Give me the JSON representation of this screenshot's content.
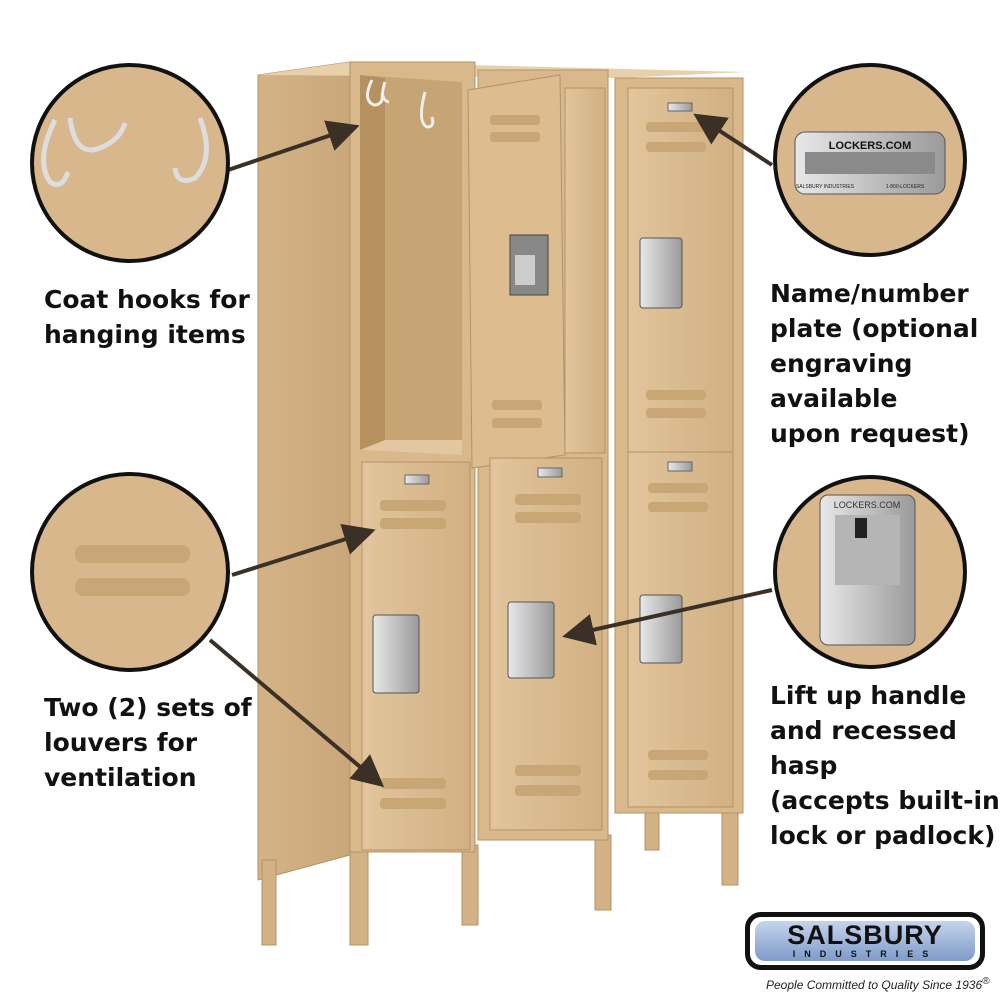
{
  "captions": {
    "coat_hooks": "Coat hooks for\nhanging items",
    "name_plate": "Name/number\nplate (optional\nengraving available\nupon request)",
    "louvers": "Two (2) sets of\nlouvers for\nventilation",
    "handle": "Lift up handle\nand recessed hasp\n(accepts built-in\nlock or padlock)"
  },
  "name_plate": {
    "title": "LOCKERS.COM",
    "left_text": "SALSBURY INDUSTRIES",
    "right_text": "1-800-LOCKERS"
  },
  "handle_plate_text": "LOCKERS.COM",
  "logo": {
    "name": "SALSBURY",
    "sub": "INDUSTRIES",
    "tagline": "People Committed to Quality Since 1936",
    "registered": "®"
  },
  "colors": {
    "tan": "#d8b88c",
    "tan_dark": "#b99868",
    "tan_light": "#e6cba3",
    "logo_blue": "#8fa8d2"
  }
}
